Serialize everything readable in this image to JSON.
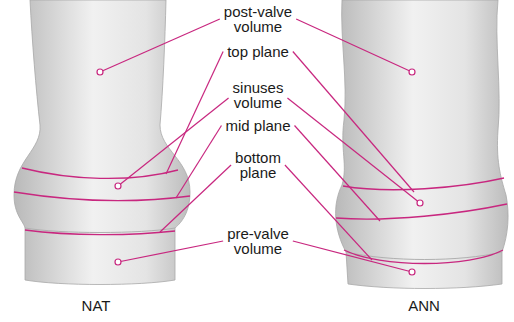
{
  "diagram": {
    "labels": [
      "post-valve volume",
      "top plane",
      "sinuses volume",
      "mid plane",
      "bottom plane",
      "pre-valve volume",
      "NAT",
      "ANN"
    ]
  }
}
